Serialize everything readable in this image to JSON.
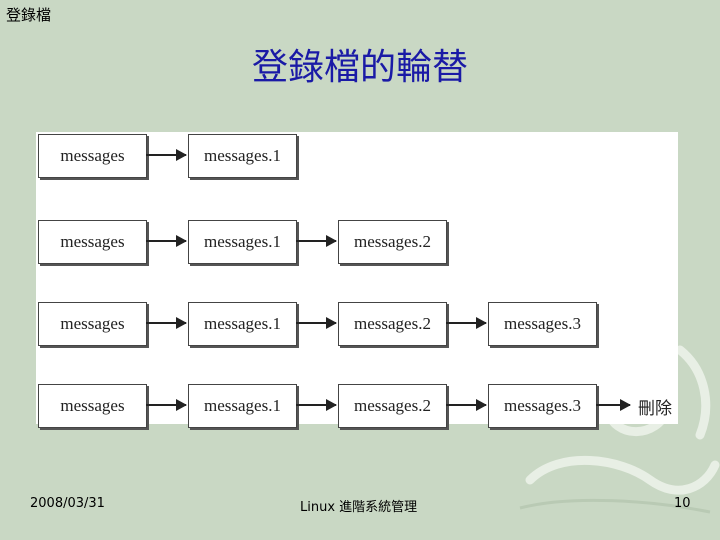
{
  "header": {
    "top_label": "登錄檔"
  },
  "slide": {
    "title": "登錄檔的輪替"
  },
  "diagram": {
    "rows": [
      [
        "messages",
        "messages.1"
      ],
      [
        "messages",
        "messages.1",
        "messages.2"
      ],
      [
        "messages",
        "messages.1",
        "messages.2",
        "messages.3"
      ],
      [
        "messages",
        "messages.1",
        "messages.2",
        "messages.3"
      ]
    ],
    "delete_label": "刪除"
  },
  "footer": {
    "date": "2008/03/31",
    "course": "Linux 進階系統管理",
    "page_number": "10"
  }
}
